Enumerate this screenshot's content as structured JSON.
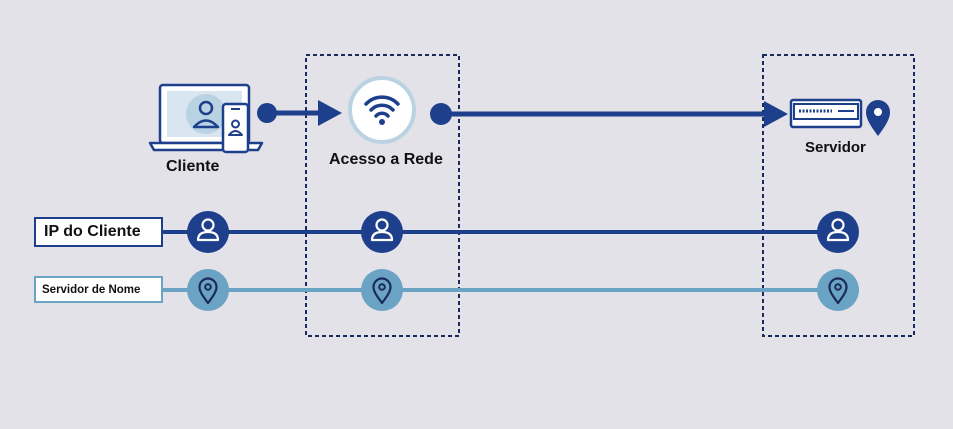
{
  "nodes": {
    "client": {
      "label": "Cliente"
    },
    "access": {
      "label": "Acesso a Rede"
    },
    "server": {
      "label": "Servidor"
    }
  },
  "rows": {
    "client_ip": {
      "label": "IP do Cliente"
    },
    "name_server": {
      "label": "Servidor de Nome"
    }
  },
  "icons": {
    "client": "laptop-phone-user-icon",
    "access": "wifi-icon",
    "server": "server-location-icon",
    "client_ip": "user-icon",
    "name_server": "location-pin-icon"
  },
  "colors": {
    "background": "#e3e2e8",
    "primary": "#1e3f8c",
    "secondary": "#6aa3c3",
    "wifi_ring": "#b9d3e3"
  }
}
